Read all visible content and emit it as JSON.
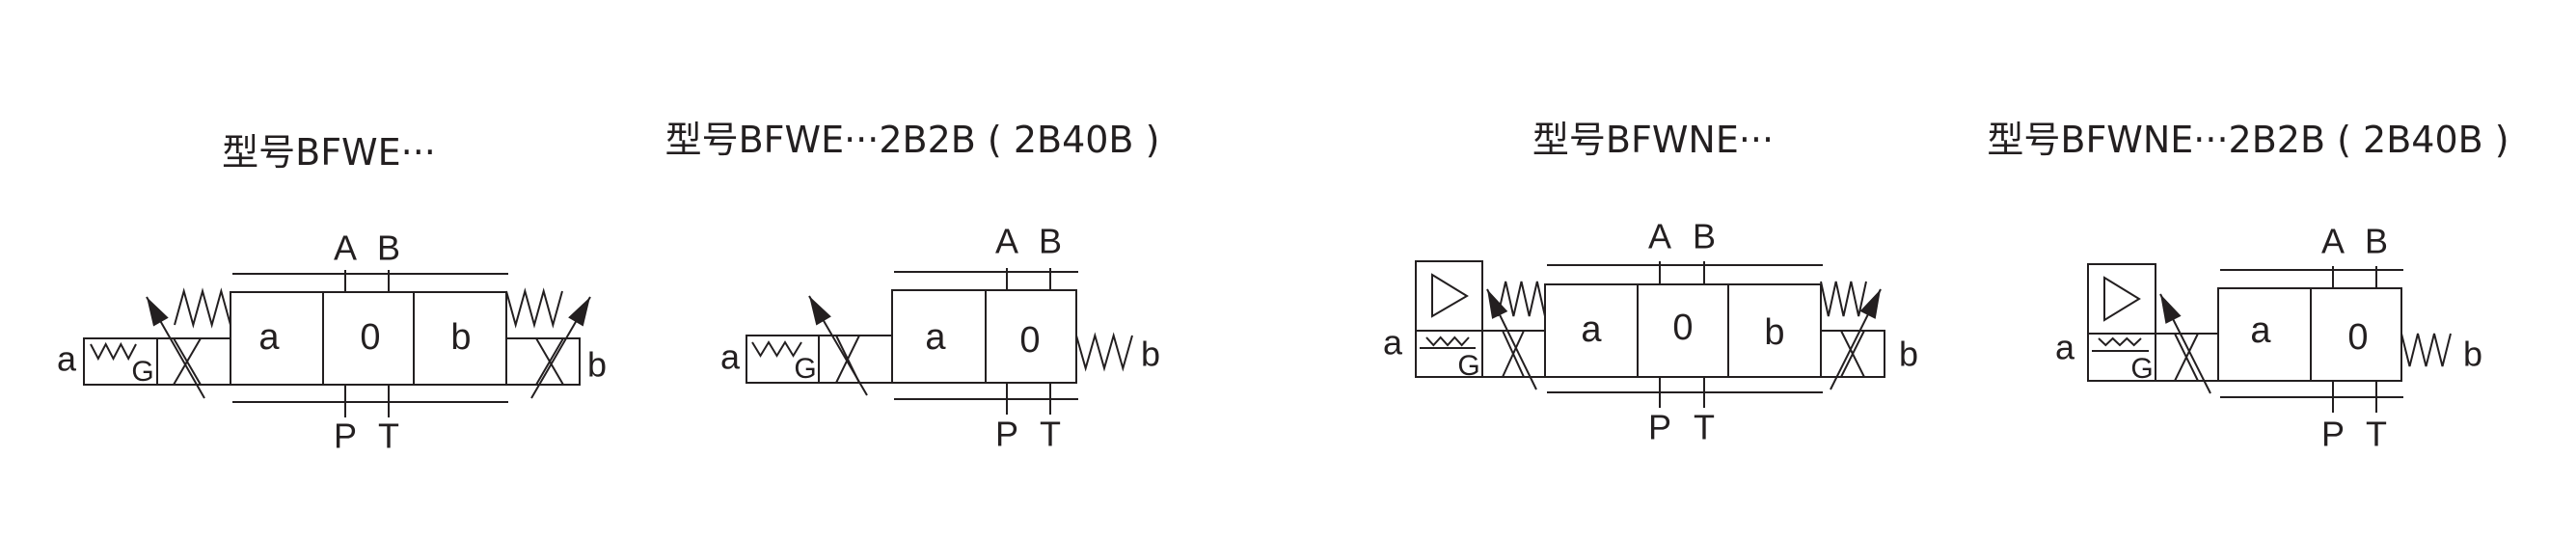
{
  "colors": {
    "stroke": "#231f20",
    "background": "#ffffff"
  },
  "diagrams": [
    {
      "title": "型号BFWE···",
      "ports": {
        "A": "A",
        "B": "B",
        "P": "P",
        "T": "T"
      },
      "cells": [
        "a",
        "0",
        "b"
      ],
      "side_a": "a",
      "side_b": "b",
      "g": "G"
    },
    {
      "title": "型号BFWE···2B2B ( 2B40B )",
      "ports": {
        "A": "A",
        "B": "B",
        "P": "P",
        "T": "T"
      },
      "cells": [
        "a",
        "0"
      ],
      "side_a": "a",
      "side_b": "b",
      "g": "G"
    },
    {
      "title": "型号BFWNE···",
      "ports": {
        "A": "A",
        "B": "B",
        "P": "P",
        "T": "T"
      },
      "cells": [
        "a",
        "0",
        "b"
      ],
      "side_a": "a",
      "side_b": "b",
      "g": "G"
    },
    {
      "title": "型号BFWNE···2B2B ( 2B40B )",
      "ports": {
        "A": "A",
        "B": "B",
        "P": "P",
        "T": "T"
      },
      "cells": [
        "a",
        "0"
      ],
      "side_a": "a",
      "side_b": "b",
      "g": "G"
    }
  ]
}
